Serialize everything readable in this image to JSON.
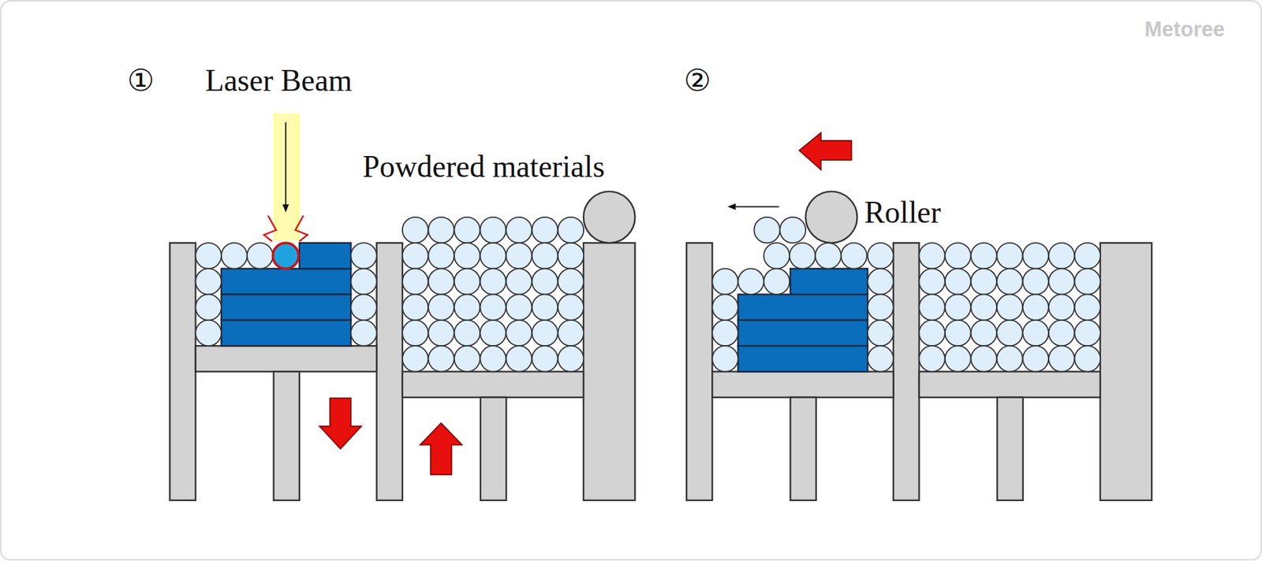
{
  "diagram": {
    "labels": [
      "①",
      "Laser Beam",
      "Powdered materials",
      "②",
      "Roller",
      "Metoree"
    ]
  }
}
